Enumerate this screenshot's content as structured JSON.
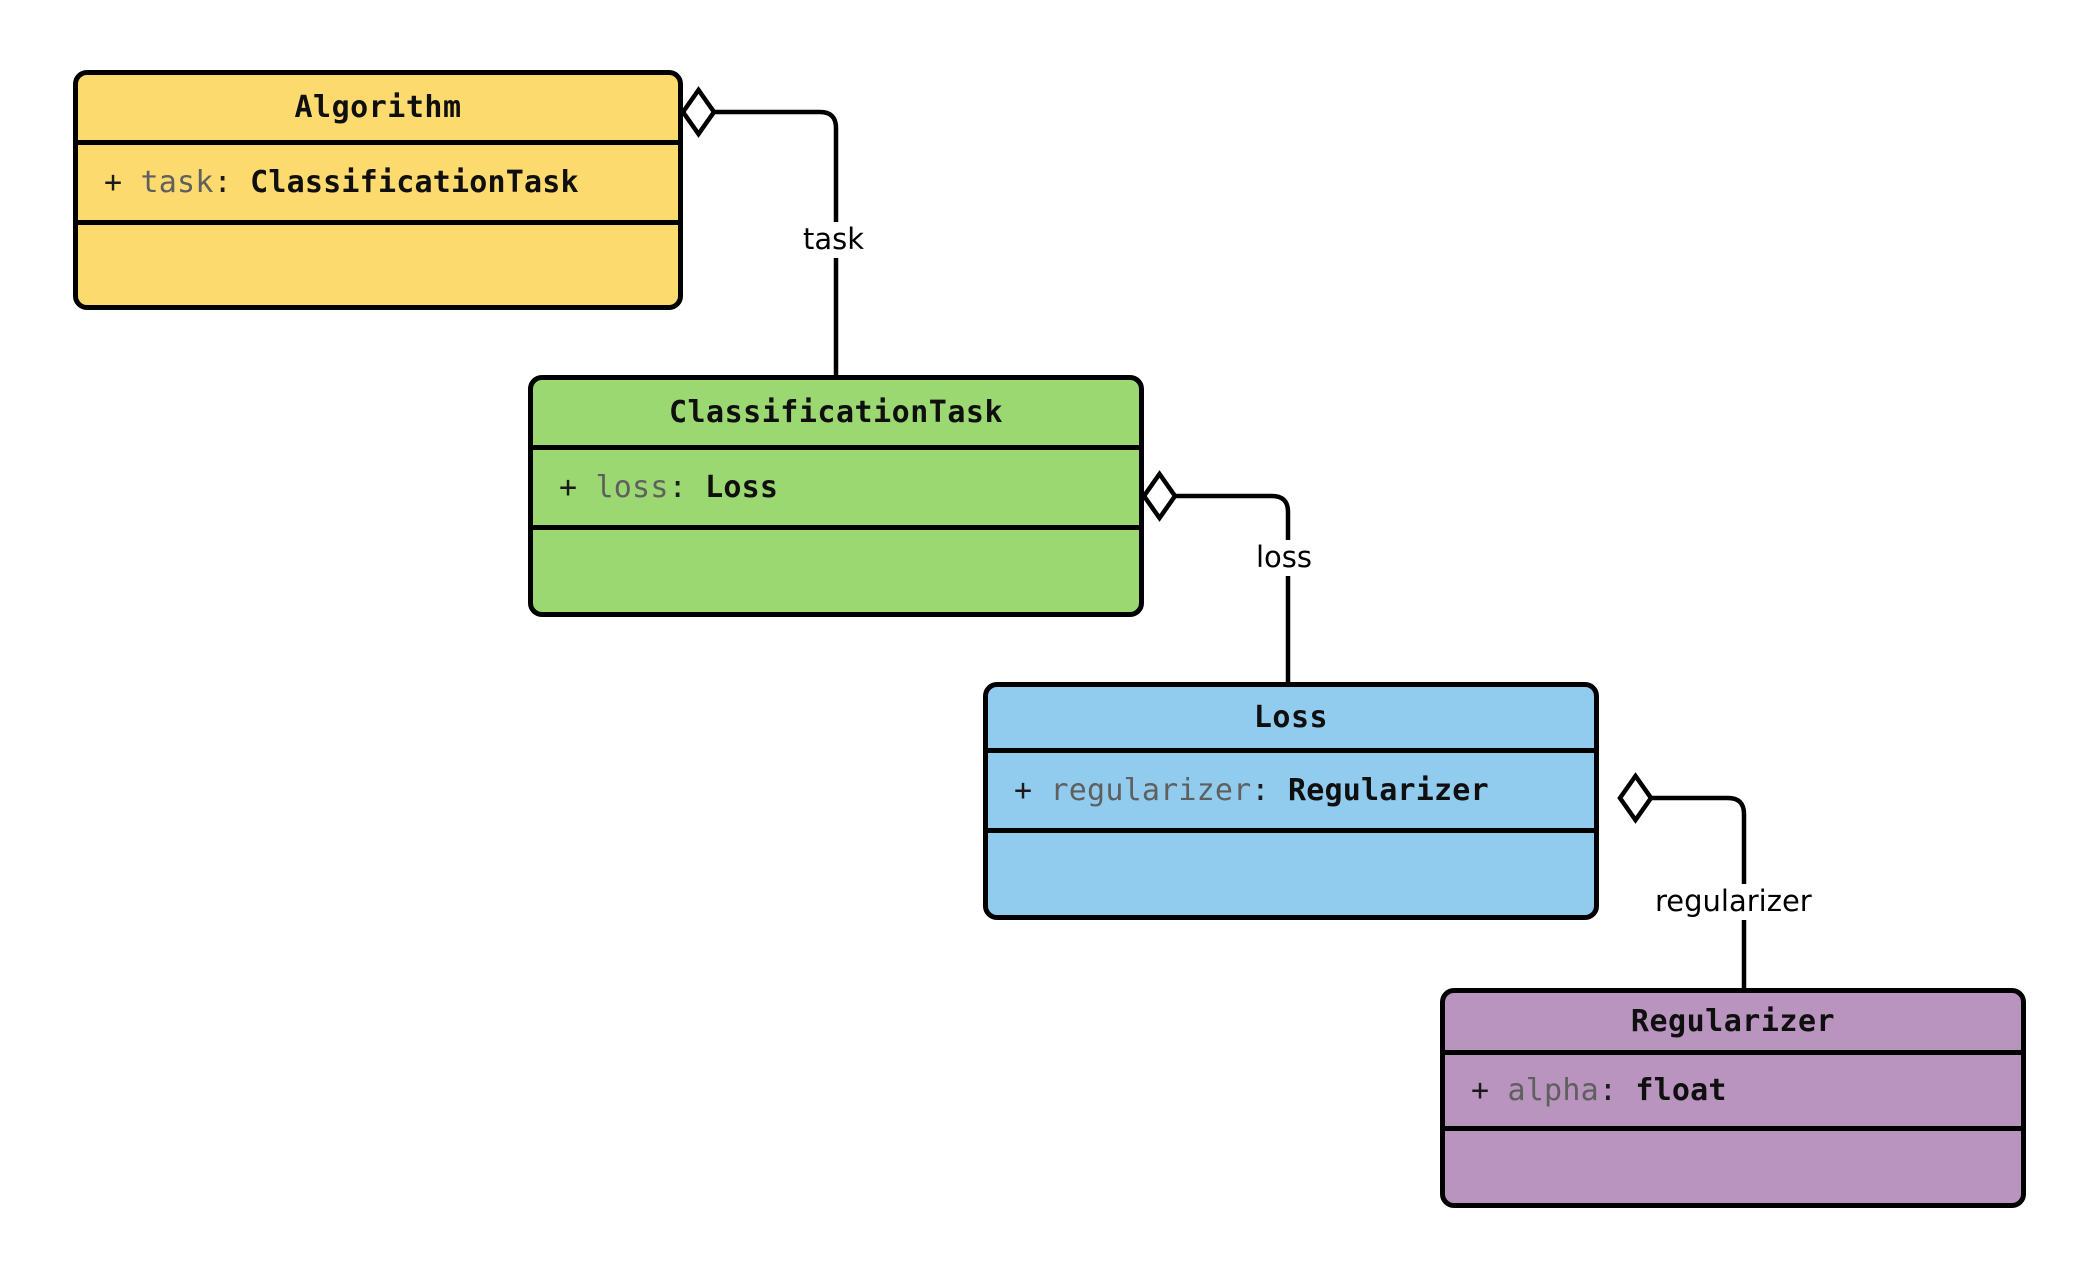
{
  "diagram": {
    "type": "uml-class-diagram",
    "background": "#ffffff",
    "border_color": "#000000"
  },
  "classes": [
    {
      "id": "algorithm",
      "name": "Algorithm",
      "fill": "#FCDA6E",
      "attribute": {
        "visibility": "+",
        "name": "task",
        "separator": ":",
        "type": "ClassificationTask"
      },
      "methods": []
    },
    {
      "id": "classification-task",
      "name": "ClassificationTask",
      "fill": "#9BD871",
      "attribute": {
        "visibility": "+",
        "name": "loss",
        "separator": ":",
        "type": "Loss"
      },
      "methods": []
    },
    {
      "id": "loss",
      "name": "Loss",
      "fill": "#91CCEF",
      "attribute": {
        "visibility": "+",
        "name": "regularizer",
        "separator": ":",
        "type": "Regularizer"
      },
      "methods": []
    },
    {
      "id": "regularizer",
      "name": "Regularizer",
      "fill": "#B894BE",
      "attribute": {
        "visibility": "+",
        "name": "alpha",
        "separator": ":",
        "type": "float"
      },
      "methods": []
    }
  ],
  "relations": [
    {
      "id": "algorithm-task",
      "label": "task",
      "kind": "aggregation",
      "from": "algorithm",
      "to": "classification-task"
    },
    {
      "id": "classificationtask-loss",
      "label": "loss",
      "kind": "aggregation",
      "from": "classification-task",
      "to": "loss"
    },
    {
      "id": "loss-regularizer",
      "label": "regularizer",
      "kind": "aggregation",
      "from": "loss",
      "to": "regularizer"
    }
  ]
}
